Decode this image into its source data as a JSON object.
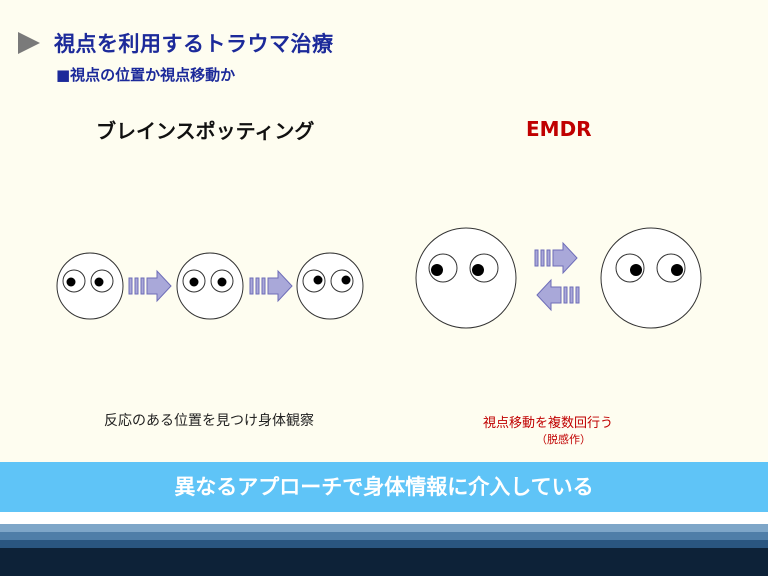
{
  "header": {
    "title": "視点を利用するトラウマ治療",
    "subtitle": "■視点の位置か視点移動か"
  },
  "left_panel": {
    "heading": "ブレインスポッティング",
    "caption": "反応のある位置を見つけ身体観察"
  },
  "right_panel": {
    "heading": "EMDR",
    "caption": "視点移動を複数回行う",
    "caption_sub": "（脱感作）"
  },
  "banner": {
    "text": "異なるアプローチで身体情報に介入している"
  },
  "colors": {
    "background": "#fefdf0",
    "title": "#1c2a9a",
    "emdr_red": "#c00000",
    "banner": "#5fc4f7",
    "arrow_fill": "#a9a8d9",
    "arrow_stroke": "#6e6db8"
  },
  "icons": {
    "title_marker": "triangle-right-icon",
    "arrow": "striped-right-arrow-icon",
    "face": "face-eyes-icon"
  }
}
